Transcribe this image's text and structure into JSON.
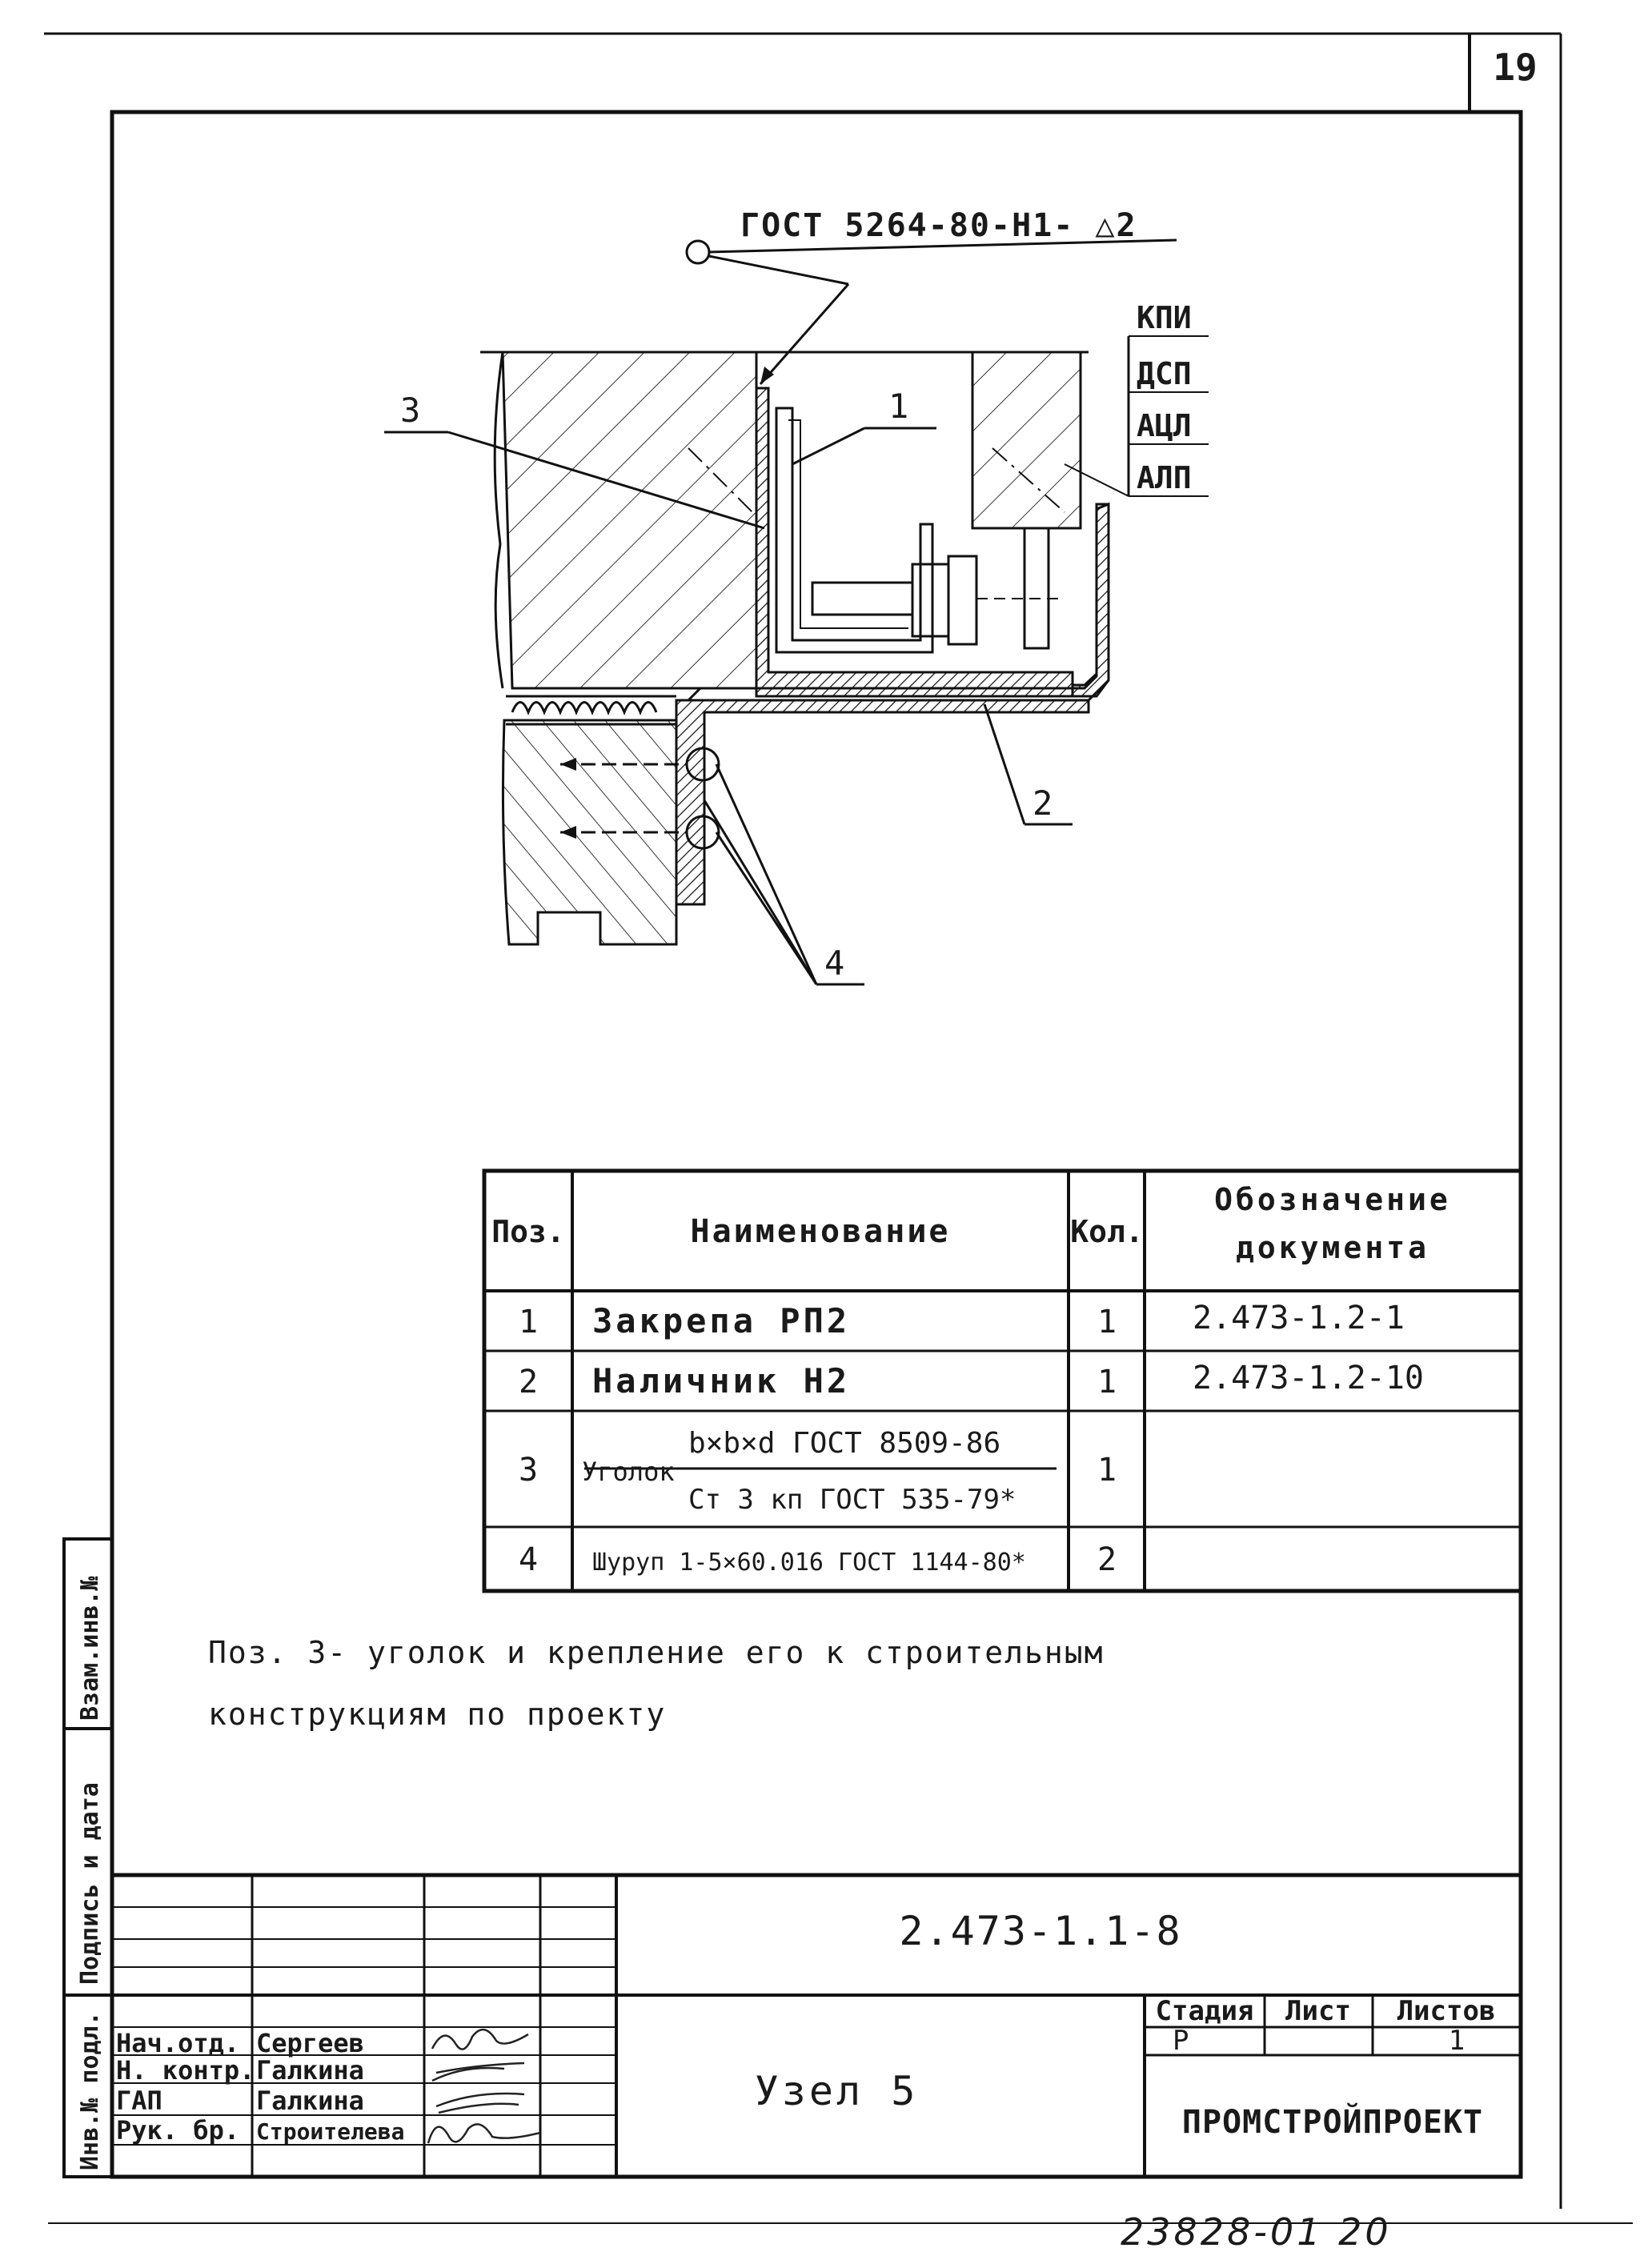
{
  "sheet_number": "19",
  "weld_callout": "ГОСТ 5264-80-Н1- △2",
  "material_labels": [
    "КПИ",
    "ДСП",
    "АЦЛ",
    "АЛП"
  ],
  "position_callouts": [
    "1",
    "2",
    "3",
    "4"
  ],
  "spec_table": {
    "headers": {
      "pos": "Поз.",
      "name": "Наименование",
      "qty": "Кол.",
      "doc_line1": "Обозначение",
      "doc_line2": "документа"
    },
    "rows": [
      {
        "pos": "1",
        "name": "Закрепа  РП2",
        "qty": "1",
        "doc": "2.473-1.2-1"
      },
      {
        "pos": "2",
        "name": "Наличник  Н2",
        "qty": "1",
        "doc": "2.473-1.2-10"
      },
      {
        "pos": "3",
        "name_prefix": "Уголок",
        "name_top": "b×b×d ГОСТ 8509-86",
        "name_bottom": "Ст 3 кп ГОСТ 535-79*",
        "qty": "1",
        "doc": ""
      },
      {
        "pos": "4",
        "name": "Шуруп 1-5×60.016 ГОСТ 1144-80*",
        "qty": "2",
        "doc": ""
      }
    ]
  },
  "note_line1": "Поз. 3- уголок  и  крепление  его  к  строительным",
  "note_line2": "конструкциям  по  проекту",
  "side_stamp": {
    "vzam": "Взам.инв.№",
    "podpis": "Подпись и дата",
    "inv": "Инв.№ подл."
  },
  "title_block": {
    "doc_code": "2.473-1.1-8",
    "title": "Узел 5",
    "stage_header": "Стадия",
    "sheet_header": "Лист",
    "sheets_header": "Листов",
    "stage": "Р",
    "sheet": "",
    "sheets": "1",
    "company": "ПРОМСТРОЙПРОЕКТ",
    "roles": [
      {
        "role": "Нач.отд.",
        "name": "Сергеев"
      },
      {
        "role": "Н. контр.",
        "name": "Галкина"
      },
      {
        "role": "ГАП",
        "name": "Галкина"
      },
      {
        "role": "Рук. бр.",
        "name": "Строителева"
      }
    ]
  },
  "bottom_stamp": "23828-01 20"
}
